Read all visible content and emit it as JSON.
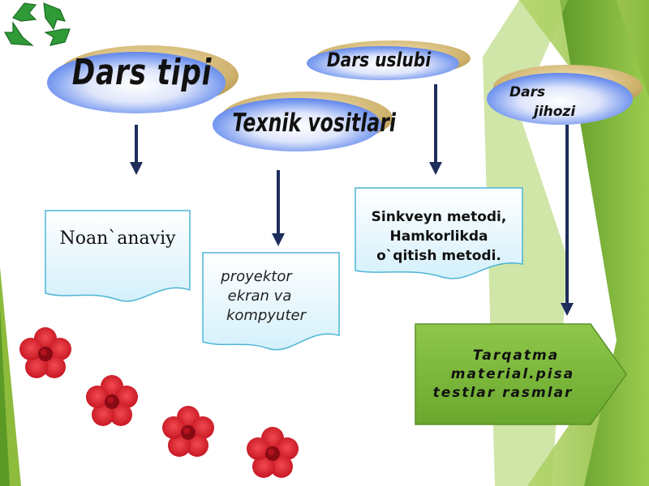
{
  "headings": {
    "dars_tipi": "Dars   tipi",
    "texnik_vositlari": "Texnik  vositlari",
    "dars_uslubi": "Dars   uslubi",
    "dars_jihozi_line1": "Dars",
    "dars_jihozi_line2": "jihozi"
  },
  "boxes": {
    "dars_tipi_value": "Noan`anaviy",
    "texnik_line1": "proyektor",
    "texnik_line2": "ekran va",
    "texnik_line3": "kompyuter",
    "uslub_line1": "Sinkveyn metodi,",
    "uslub_line2": "Hamkorlikda",
    "uslub_line3": "o`qitish metodi.",
    "jihoz_line1": "Tarqatma",
    "jihoz_line2": "material.pisa",
    "jihoz_line3": "testlar  rasmlar"
  },
  "icons": [
    "recycle-icon",
    "flower-icon"
  ],
  "colors": {
    "ellipse_blue": "#5b84ee",
    "ellipse_gold_shadow": "#c4a55a",
    "box_fill": "#e3f5fb",
    "box_border": "#4db5d5",
    "arrow": "#1d2d5c",
    "green_arrow": "#7fba3a",
    "flower_red": "#dd1c2c",
    "recycle_green": "#2f9a36"
  }
}
